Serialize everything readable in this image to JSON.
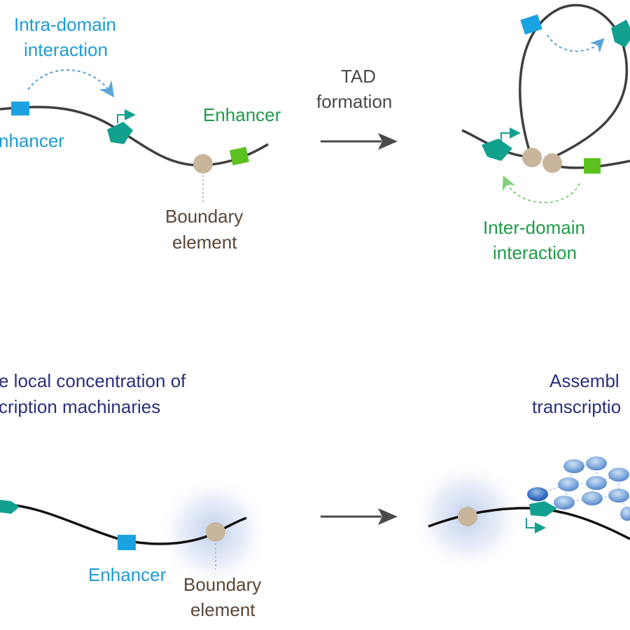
{
  "panel_a": {
    "intra_label_line1": "Intra-domain",
    "intra_label_line2": "interaction",
    "enhancer_blue": "nhancer",
    "enhancer_green": "Enhancer",
    "boundary_line1": "Boundary",
    "boundary_line2": "element",
    "tad_line1": "TAD",
    "tad_line2": "formation",
    "inter_label_line1": "Inter-domain",
    "inter_label_line2": "interaction"
  },
  "panel_b": {
    "left_title_line1": "e local concentration of",
    "left_title_line2": "cription machinaries",
    "right_title_line1": "Assembl",
    "right_title_line2": "transcriptio",
    "enhancer": "Enhancer",
    "boundary_line1": "Boundary",
    "boundary_line2": "element"
  },
  "colors": {
    "chromatin": "#3f3f3f",
    "enhancer_blue": "#1aa3e0",
    "enhancer_green": "#5cc21f",
    "promoter_teal": "#12a08f",
    "boundary": "#c8b59c",
    "intra_arrow": "#5aa7d8",
    "inter_arrow": "#7fcf7a",
    "title_navy": "#2a2f7a",
    "glow": "#8aa6dc"
  }
}
